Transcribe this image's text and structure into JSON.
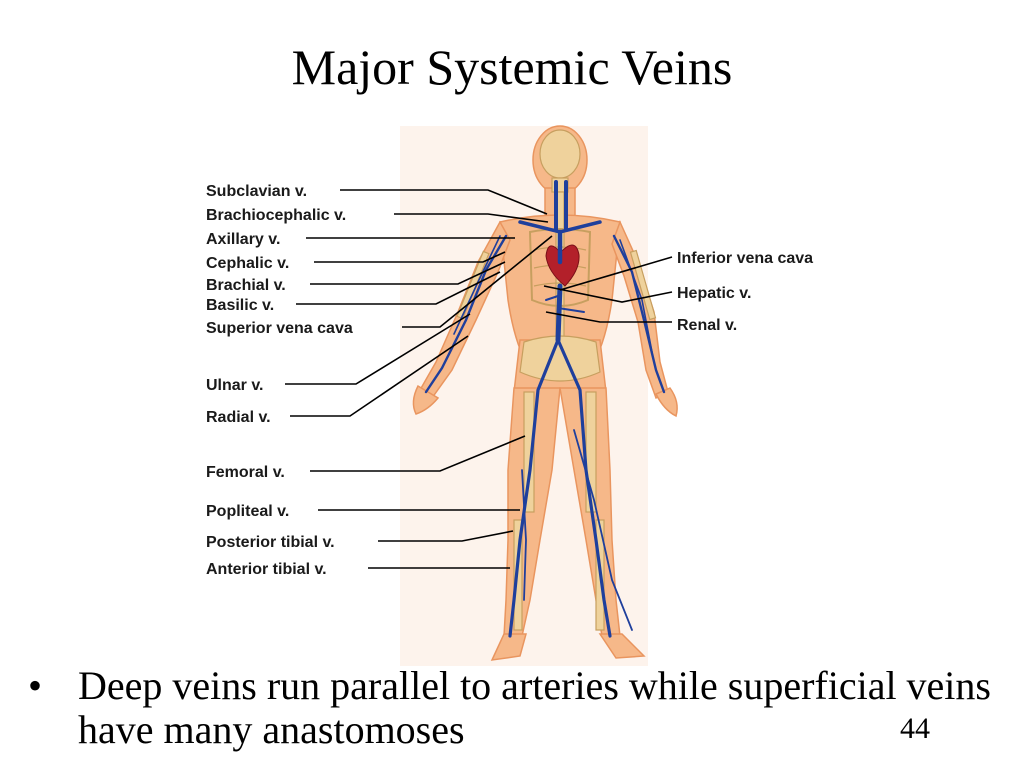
{
  "slide": {
    "title": "Major Systemic Veins",
    "bullet_marker": "•",
    "bullet_text": "Deep veins run parallel to arteries while superficial veins have many anastomoses",
    "page_number": "44"
  },
  "figure": {
    "left_labels": [
      "Subclavian v.",
      "Brachiocephalic v.",
      "Axillary v.",
      "Cephalic v.",
      "Brachial v.",
      "Basilic v.",
      "Superior vena cava",
      "Ulnar v.",
      "Radial v.",
      "Femoral v.",
      "Popliteal v.",
      "Posterior tibial v.",
      "Anterior tibial v."
    ],
    "right_labels": [
      "Inferior vena cava",
      "Hepatic v.",
      "Renal v."
    ],
    "colors": {
      "skin": "#f6b889",
      "skin_edge": "#e9955f",
      "bone": "#efd29c",
      "bone_edge": "#c79f5f",
      "vein": "#1f3f9c",
      "heart": "#b3202a"
    }
  }
}
